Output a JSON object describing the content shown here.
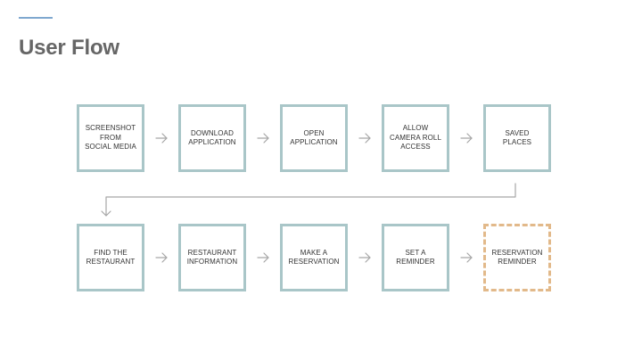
{
  "slide": {
    "title": "User Flow",
    "accent_color": "#7fa8cf",
    "step_border_color": "#a9c6c8",
    "final_step_border_color": "#e2b98a",
    "connector_color": "#a6a6a6"
  },
  "flow": {
    "row1": [
      {
        "label": "SCREENSHOT\nFROM\nSOCIAL MEDIA"
      },
      {
        "label": "DOWNLOAD\nAPPLICATION"
      },
      {
        "label": "OPEN\nAPPLICATION"
      },
      {
        "label": "ALLOW\nCAMERA ROLL\nACCESS"
      },
      {
        "label": "SAVED\nPLACES"
      }
    ],
    "row2": [
      {
        "label": "FIND THE\nRESTAURANT"
      },
      {
        "label": "RESTAURANT\nINFORMATION"
      },
      {
        "label": "MAKE A\nRESERVATION"
      },
      {
        "label": "SET A\nREMINDER"
      },
      {
        "label": "RESERVATION\nREMINDER"
      }
    ]
  }
}
